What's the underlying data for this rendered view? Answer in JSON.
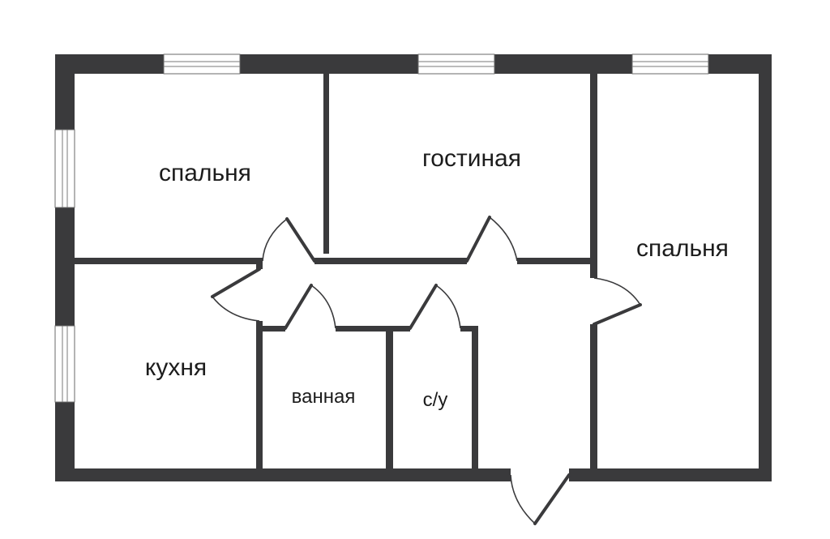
{
  "rooms": {
    "bedroom_left": "спальня",
    "living_room": "гостиная",
    "bedroom_right": "спальня",
    "kitchen": "кухня",
    "bathroom": "ванная",
    "toilet": "с/у"
  },
  "colors": {
    "wall": "#3a3a3c",
    "background": "#ffffff",
    "text": "#1c1c1c"
  }
}
